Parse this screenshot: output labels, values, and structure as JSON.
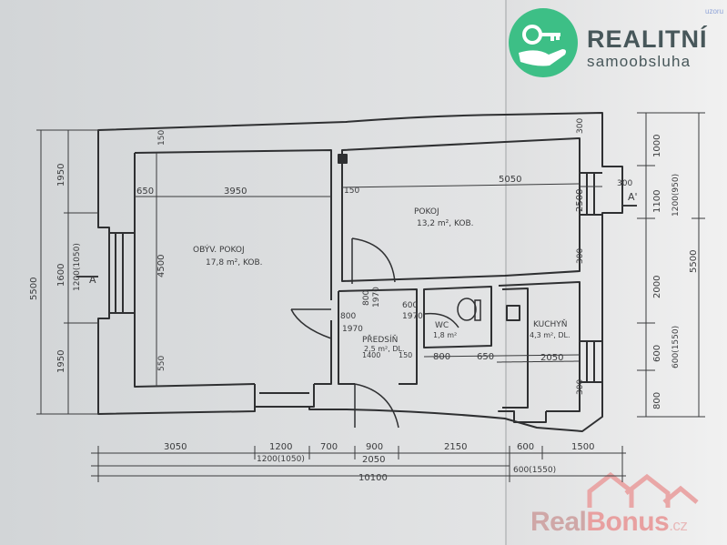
{
  "branding": {
    "top_logo_title": "REALITNÍ",
    "top_logo_subtitle": "samoobsluha",
    "bottom_logo_real": "Real",
    "bottom_logo_bonus": "Bonus",
    "bottom_logo_tld": ".cz",
    "corner_note": "uzoru",
    "colors": {
      "top_logo_green": "#3dbf86",
      "bottom_logo_pink": "#e8a0a0"
    }
  },
  "rooms": {
    "living": {
      "name": "OBÝV. POKOJ",
      "area": "17,8 m², KOB."
    },
    "room": {
      "name": "POKOJ",
      "area": "13,2 m², KOB."
    },
    "hall": {
      "name": "PŘEDSÍŇ",
      "area": "2,5 m², DL."
    },
    "wc": {
      "name": "WC",
      "area": "1,8 m²"
    },
    "kitchen": {
      "name": "KUCHYŇ",
      "area": "4,3 m², DL."
    }
  },
  "section_marks": {
    "left": "A",
    "right": "A'"
  },
  "dimensions": {
    "left_outer": "5500",
    "left_segments": [
      "1950",
      "1600",
      "1950"
    ],
    "left_inner": "1200(1050)",
    "living_width": "3950",
    "living_left_wall": "650",
    "living_height": "4500",
    "living_height_lower": "550",
    "wall_150_a": "150",
    "wall_150_b": "150",
    "room_width": "5050",
    "room_right_300": "300",
    "room_height": "2500",
    "kitchen_height": "2000",
    "kitchen_width": "2050",
    "right_top_300": "300",
    "right_300_mid": "300",
    "right_300_low": "300",
    "right_outer": "5500",
    "right_segments": [
      "1000",
      "1100",
      "2000",
      "600",
      "800"
    ],
    "right_inner_a": "1200(950)",
    "right_inner_b": "600(1550)",
    "hall_door_800": "800",
    "hall_door_1970": "1970",
    "hall_800": "800",
    "hall_1970": "1970",
    "hall_1400": "1400",
    "hall_150": "150",
    "wc_600": "600",
    "wc_1970": "1970",
    "wc_800": "800",
    "wc_650": "650",
    "bottom_row1": [
      "3050",
      "1200",
      "700",
      "900",
      "2150",
      "600",
      "1500"
    ],
    "bottom_row2": [
      "1200(1050)",
      "2050",
      "600(1550)"
    ],
    "bottom_total": "10100"
  }
}
